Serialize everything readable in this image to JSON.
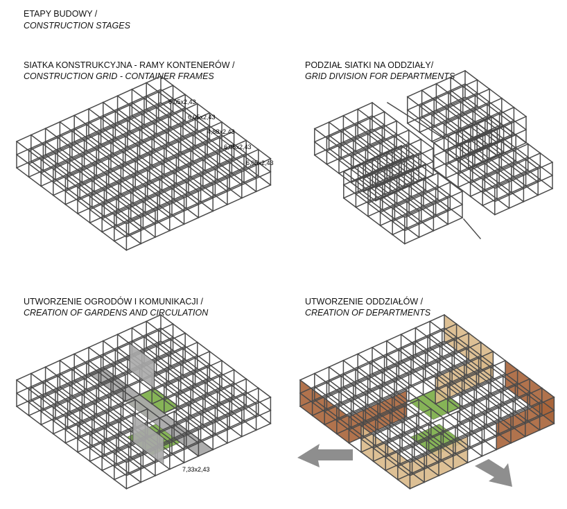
{
  "header": {
    "title_pl": "ETAPY BUDOWY /",
    "title_en": "CONSTRUCTION STAGES"
  },
  "panels": [
    {
      "title_pl": "SIATKA KONSTRUKCYJNA - RAMY KONTENERÓW /",
      "title_en": "CONSTRUCTION GRID - CONTAINER FRAMES",
      "dims": [
        "6,05x2,43",
        "6,05x2,43",
        "4,88x2,43",
        "6,05x2,43",
        "6,05x2,43"
      ]
    },
    {
      "title_pl": "PODZIAŁ SIATKI NA ODDZIAŁY/",
      "title_en": "GRID DIVISION FOR DEPARTMENTS"
    },
    {
      "title_pl": "UTWORZENIE OGRODÓW I KOMUNIKACJI /",
      "title_en": "CREATION OF GARDENS AND CIRCULATION",
      "dims": [
        "7,33x2,43"
      ]
    },
    {
      "title_pl": "UTWORZENIE ODDZIAŁÓW /",
      "title_en": "CREATION OF DEPARTMENTS"
    }
  ],
  "colors": {
    "frame": "#4a4a4a",
    "garden": "#7fb04e",
    "corridor": "#a9a9a9",
    "wood": "#a8643a",
    "plywood": "#d9b98a",
    "arrow": "#8e8e8e"
  }
}
